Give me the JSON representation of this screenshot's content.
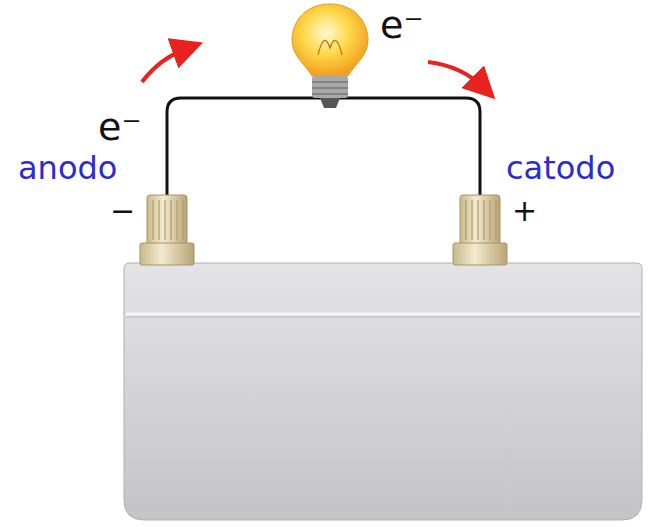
{
  "diagram": {
    "labels": [
      "e⁻",
      "e⁻",
      "anodo",
      "catodo",
      "−",
      "+"
    ]
  }
}
